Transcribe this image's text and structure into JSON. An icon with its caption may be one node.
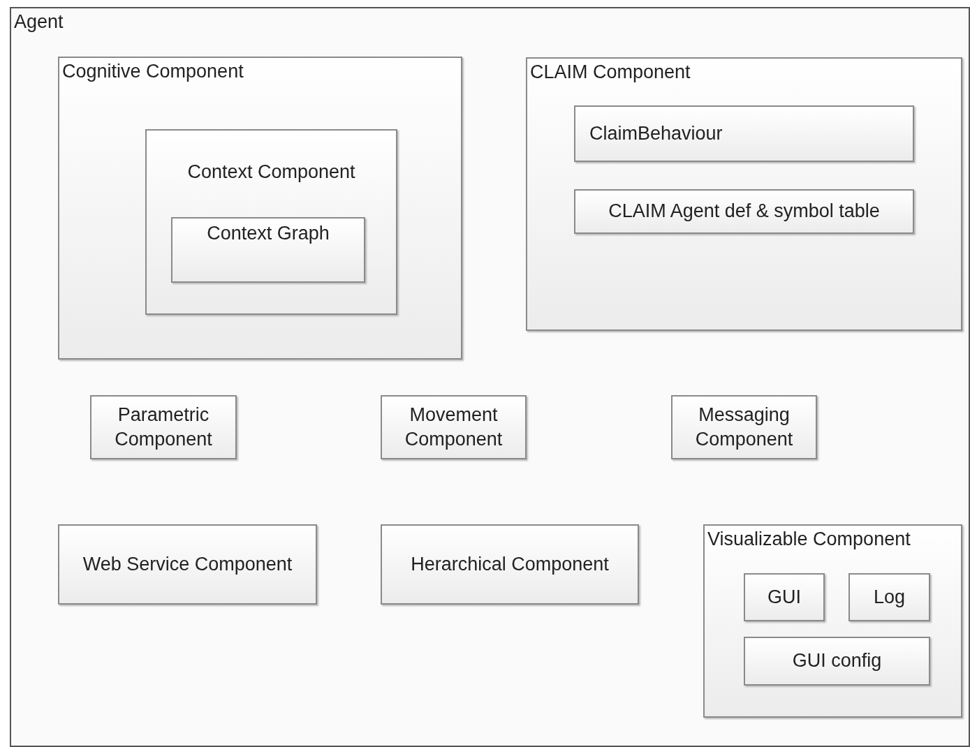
{
  "diagram": {
    "nodes": [
      {
        "text": [
          "Agent"
        ]
      },
      {
        "text": [
          "Cognitive Component"
        ],
        "in": 0
      },
      {
        "text": [
          "Context Component"
        ],
        "in": 1
      },
      {
        "text": [
          "Context Graph"
        ],
        "in": 2
      },
      {
        "text": [
          "CLAIM Component"
        ],
        "in": 0
      },
      {
        "text": [
          "ClaimBehaviour"
        ],
        "in": 4
      },
      {
        "text": [
          "CLAIM Agent def & symbol table"
        ],
        "in": 4
      },
      {
        "text": [
          "Parametric Component"
        ],
        "in": 0
      },
      {
        "text": [
          "Movement Component"
        ],
        "in": 0
      },
      {
        "text": [
          "Messaging Component"
        ],
        "in": 0
      },
      {
        "text": [
          "Web Service Component"
        ],
        "in": 0
      },
      {
        "text": [
          "Herarchical Component"
        ],
        "in": 0
      },
      {
        "text": [
          "Visualizable Component"
        ],
        "in": 0
      },
      {
        "text": [
          "GUI"
        ],
        "in": 12
      },
      {
        "text": [
          "Log"
        ],
        "in": 12
      },
      {
        "text": [
          "GUI config"
        ],
        "in": 12
      }
    ],
    "edges": []
  }
}
